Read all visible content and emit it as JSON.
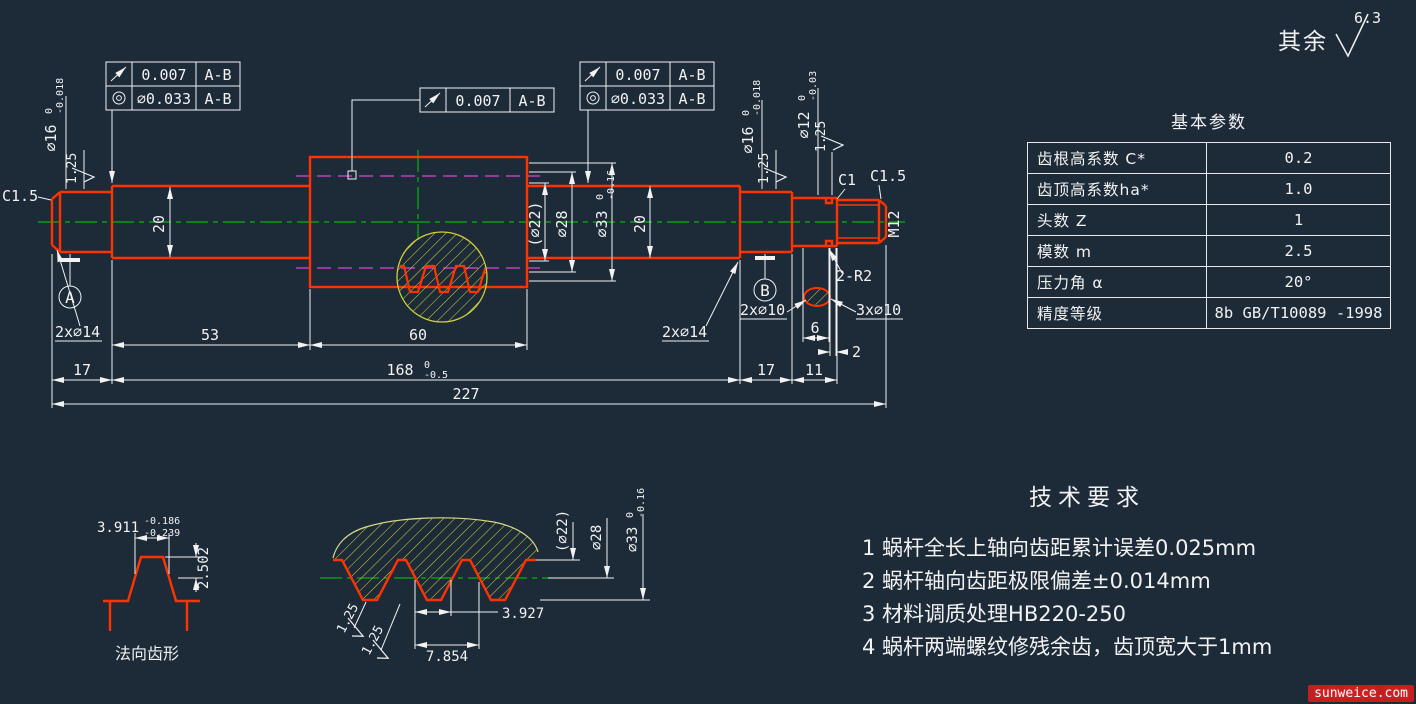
{
  "palette": {
    "background": "#1d2a38",
    "outline": "#ff3300",
    "centerline": "#00d400",
    "pitchline": "#d944d9",
    "hatch": "#d6d640",
    "dimension": "#f2f2f2",
    "watermark_bg": "#c22020"
  },
  "surface_note": {
    "prefix": "其余",
    "roughness": "6.3"
  },
  "gdt": {
    "left": [
      {
        "symbol": "circular-runout-icon",
        "value": "0.007",
        "datum": "A-B"
      },
      {
        "symbol": "concentricity-icon",
        "value": "⌀0.033",
        "datum": "A-B"
      }
    ],
    "middle": [
      {
        "symbol": "circular-runout-icon",
        "value": "0.007",
        "datum": "A-B"
      }
    ],
    "right": [
      {
        "symbol": "circular-runout-icon",
        "value": "0.007",
        "datum": "A-B"
      },
      {
        "symbol": "concentricity-icon",
        "value": "⌀0.033",
        "datum": "A-B"
      }
    ]
  },
  "datums": {
    "a": "A",
    "b": "B"
  },
  "dims": {
    "d16_left": {
      "base": "⌀16",
      "upper": "0",
      "lower": "-0.018"
    },
    "d16_right": {
      "base": "⌀16",
      "upper": "0",
      "lower": "-0.018"
    },
    "d12": {
      "base": "⌀12",
      "upper": "0",
      "lower": "-0.03"
    },
    "d22": "(⌀22)",
    "d28": "⌀28",
    "d33": {
      "base": "⌀33",
      "upper": "0",
      "lower": "-0.16"
    },
    "dia20_left": "20",
    "dia20_right": "20",
    "m12": "M12",
    "c15_left": "C1.5",
    "c1": "C1",
    "c15_right": "C1.5",
    "r2": "2-R2",
    "holes14_left": "2x⌀14",
    "holes14_right": "2x⌀14",
    "holes10_left": "2x⌀10",
    "holes10_right": "3x⌀10",
    "len53": "53",
    "len60": "60",
    "len6": "6",
    "len2": "2",
    "len17_left": "17",
    "len17_right": "17",
    "len11": "11",
    "len168": {
      "base": "168",
      "upper": "0",
      "lower": "-0.5"
    },
    "len227": "227",
    "roughness": "1.25"
  },
  "table": {
    "title": "基本参数",
    "rows": [
      {
        "label": "齿根高系数 C*",
        "value": "0.2"
      },
      {
        "label": "齿顶高系数ha*",
        "value": "1.0"
      },
      {
        "label": "头数 Z",
        "value": "1"
      },
      {
        "label": "模数 m",
        "value": "2.5"
      },
      {
        "label": "压力角 α",
        "value": "20°"
      },
      {
        "label": "精度等级",
        "value": "8b GB/T10089 -1998"
      }
    ]
  },
  "tooth_detail": {
    "thickness": {
      "base": "3.911",
      "upper": "-0.186",
      "lower": "-0.239"
    },
    "addendum": "2.502",
    "label": "法向齿形"
  },
  "worm_detail": {
    "d22": "(⌀22)",
    "d28": "⌀28",
    "d33": {
      "base": "⌀33",
      "upper": "0",
      "lower": "-0.16"
    },
    "half_pitch": "3.927",
    "pitch": "7.854",
    "roughness": "1.25"
  },
  "tech": {
    "title": "技术要求",
    "items": [
      "1  蜗杆全长上轴向齿距累计误差0.025mm",
      "2  蜗杆轴向齿距极限偏差±0.014mm",
      "3  材料调质处理HB220-250",
      "4  蜗杆两端螺纹修残余齿，齿顶宽大于1mm"
    ]
  },
  "watermark": "sunweice.com"
}
